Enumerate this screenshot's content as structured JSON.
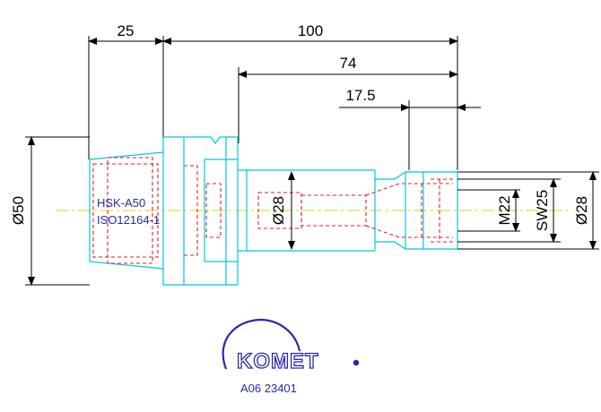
{
  "dimensions": {
    "top": [
      "25",
      "100",
      "74",
      "17.5"
    ],
    "diameter_left": "Ø50",
    "diameter_mid": "Ø28",
    "thread": "M22",
    "spanner": "SW25",
    "diameter_right": "Ø28"
  },
  "labels": {
    "interface": "HSK-A50",
    "standard": "ISO12164-1"
  },
  "logo": {
    "brand": "KOMET",
    "code": "A06 23401",
    "brand_color": "#2a2aa8"
  },
  "colors": {
    "contour": "#00c8e0",
    "hidden": "#e02020",
    "axis": "#e8d000",
    "dimension": "#000000"
  }
}
